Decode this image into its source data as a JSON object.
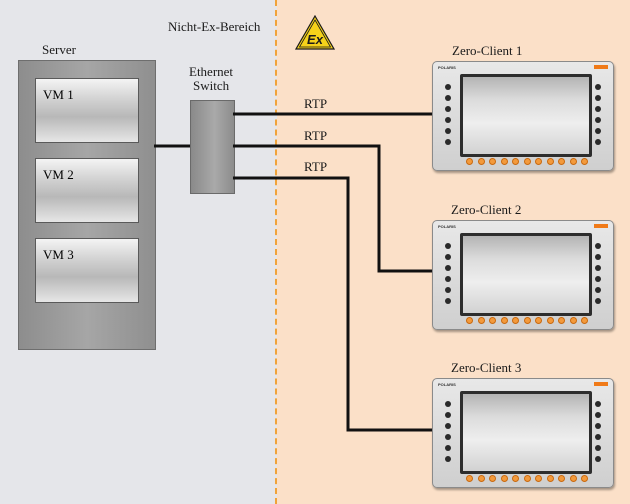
{
  "zones": {
    "non_ex_label": "Nicht-Ex-Bereich",
    "safe_color": "#e5e6ea",
    "ex_color": "#fbe0c8",
    "divider_color": "#f0a33a"
  },
  "ex_logo": {
    "text": "Ex",
    "icon": "atex-ex-triangle-icon",
    "color": "#f5d21a"
  },
  "server": {
    "label": "Server",
    "vms": [
      {
        "label": "VM 1"
      },
      {
        "label": "VM 2"
      },
      {
        "label": "VM 3"
      }
    ]
  },
  "switch": {
    "label_line1": "Ethernet",
    "label_line2": "Switch"
  },
  "links": [
    {
      "label": "RTP"
    },
    {
      "label": "RTP"
    },
    {
      "label": "RTP"
    }
  ],
  "clients": [
    {
      "label": "Zero-Client 1",
      "brand": "POLARIS"
    },
    {
      "label": "Zero-Client 2",
      "brand": "POLARIS"
    },
    {
      "label": "Zero-Client 3",
      "brand": "POLARIS"
    }
  ]
}
